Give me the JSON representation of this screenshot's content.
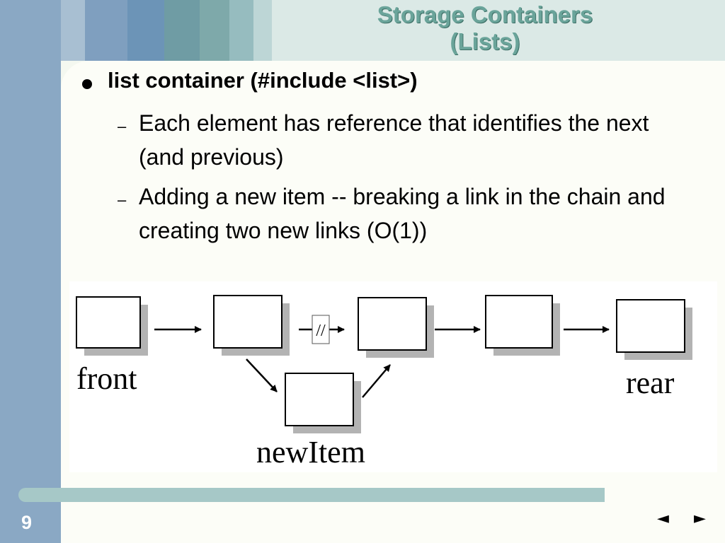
{
  "slide": {
    "title_line1": "Storage Containers",
    "title_line2": "(Lists)",
    "page_number": "9"
  },
  "content": {
    "bullet": "list container (#include <list>)",
    "dash": "–",
    "subpoints": [
      "Each element has reference that identifies the next (and previous)",
      "Adding a new item -- breaking a link in the chain and creating two new links (O(1))"
    ]
  },
  "diagram": {
    "labels": {
      "front": "front",
      "rear": "rear",
      "new_item": "newItem",
      "broken_link": "//"
    }
  },
  "nav": {
    "prev_icon": "◄",
    "next_icon": "►"
  },
  "colors": {
    "title": "#6aa49a",
    "left_band": "#8aa8c4",
    "header_bg": "#dbe9e6",
    "panel": "#fcfdf7",
    "bottom_bar": "#a6c8c7",
    "node_shadow": "#b3b3b3"
  }
}
